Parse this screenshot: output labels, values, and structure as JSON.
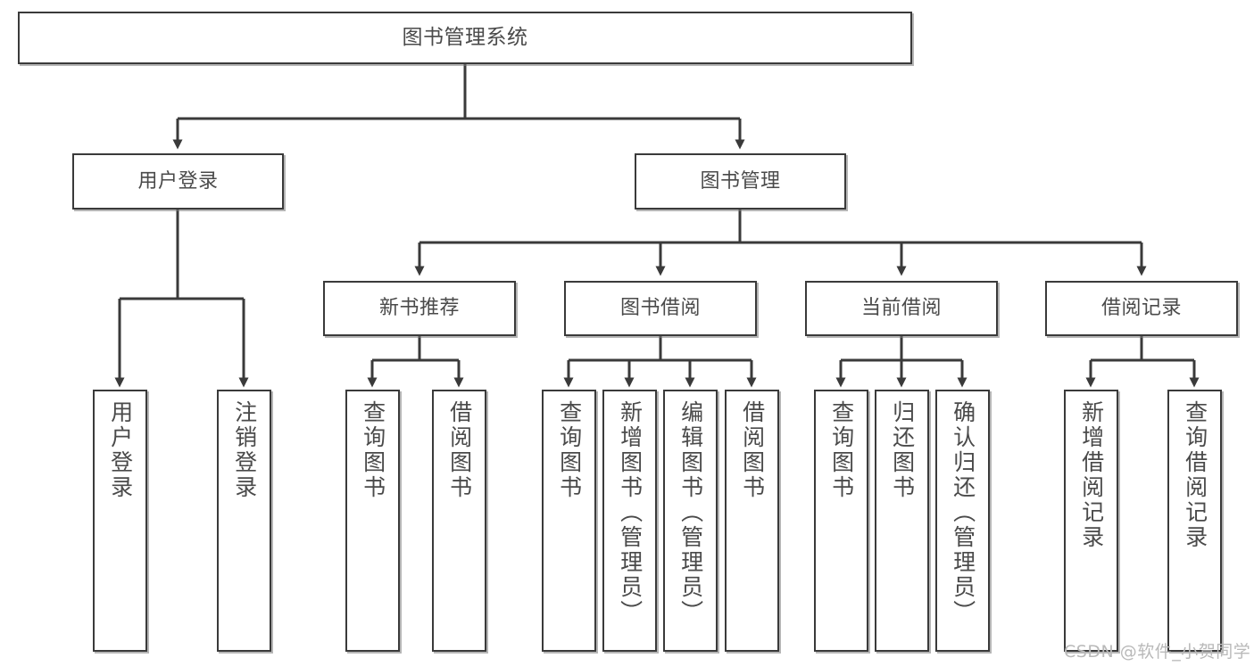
{
  "diagram": {
    "title": "图书管理系统",
    "type": "tree-hierarchy",
    "watermark": "CSDN @软件_小贺同学",
    "colors": {
      "border": "#3a3a3a",
      "text": "#4a4a4a",
      "background": "#ffffff",
      "wire": "#3a3a3a",
      "watermark": "#b9b9b9"
    }
  },
  "nodes": {
    "root": {
      "label": "图书管理系统"
    },
    "level2": [
      {
        "id": "user-login",
        "label": "用户登录"
      },
      {
        "id": "book-manage",
        "label": "图书管理"
      }
    ],
    "level3": [
      {
        "id": "new-book-recommend",
        "label": "新书推荐"
      },
      {
        "id": "book-borrow",
        "label": "图书借阅"
      },
      {
        "id": "current-borrow",
        "label": "当前借阅"
      },
      {
        "id": "borrow-record",
        "label": "借阅记录"
      }
    ],
    "leaves": [
      {
        "id": "leaf-user-login",
        "label": "用户登录",
        "parent": "user-login"
      },
      {
        "id": "leaf-logout",
        "label": "注销登录",
        "parent": "user-login"
      },
      {
        "id": "leaf-query-book-1",
        "label": "查询图书",
        "parent": "new-book-recommend"
      },
      {
        "id": "leaf-borrow-book-1",
        "label": "借阅图书",
        "parent": "new-book-recommend"
      },
      {
        "id": "leaf-query-book-2",
        "label": "查询图书",
        "parent": "book-borrow"
      },
      {
        "id": "leaf-add-book",
        "label": "新增图书（管理员）",
        "parent": "book-borrow"
      },
      {
        "id": "leaf-edit-book",
        "label": "编辑图书（管理员）",
        "parent": "book-borrow"
      },
      {
        "id": "leaf-borrow-book-2",
        "label": "借阅图书",
        "parent": "book-borrow"
      },
      {
        "id": "leaf-query-book-3",
        "label": "查询图书",
        "parent": "current-borrow"
      },
      {
        "id": "leaf-return-book",
        "label": "归还图书",
        "parent": "current-borrow"
      },
      {
        "id": "leaf-confirm-return",
        "label": "确认归还（管理员）",
        "parent": "current-borrow"
      },
      {
        "id": "leaf-add-record",
        "label": "新增借阅记录",
        "parent": "borrow-record"
      },
      {
        "id": "leaf-query-record",
        "label": "查询借阅记录",
        "parent": "borrow-record"
      }
    ]
  }
}
